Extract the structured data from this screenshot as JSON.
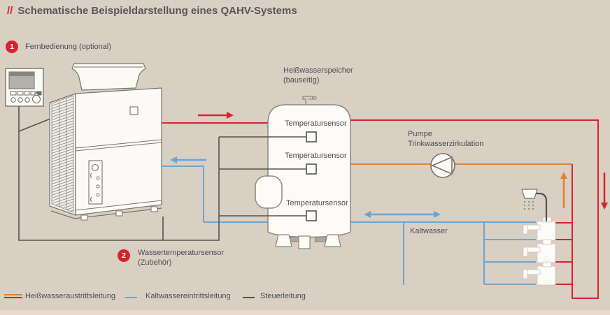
{
  "title": {
    "prefix": "//",
    "text": "Schematische Beispieldarstellung eines QAHV-Systems"
  },
  "callout1": {
    "number": "1",
    "label": "Fernbedienung (optional)"
  },
  "callout2": {
    "number": "2",
    "label_line1": "Wassertemperatursensor",
    "label_line2": "(Zubehör)"
  },
  "tank": {
    "title": "Heißwasserspeicher",
    "subtitle": "(bauseitig)",
    "sensors": [
      "Temperatursensor",
      "Temperatursensor",
      "Temperatursensor"
    ]
  },
  "pump": {
    "label_line1": "Pumpe",
    "label_line2": "Trinkwasserzirkulation"
  },
  "cold_water_label": "Kaltwasser",
  "legend": {
    "hot": "Heißwasseraustrittsleitung",
    "cold": "Kaltwassereintrittsleitung",
    "control": "Steuerleitung"
  },
  "colors": {
    "background": "#d9cfc3",
    "hot_pipe": "#d6232e",
    "circulation_pipe": "#e0812d",
    "cold_pipe": "#6ca6cf",
    "control_line": "#56544e",
    "badge": "#d6232e",
    "text": "#4d4d55",
    "title_text": "#57575a"
  }
}
